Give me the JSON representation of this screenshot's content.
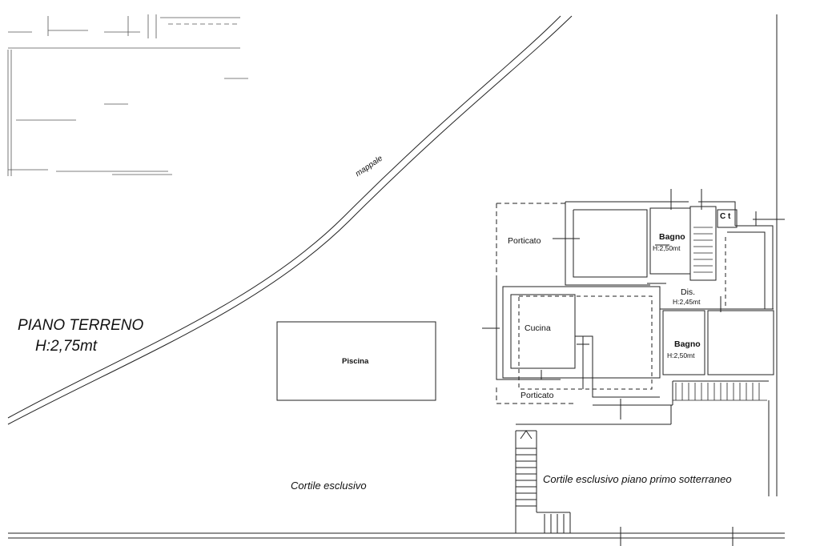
{
  "title": {
    "line1": "PIANO TERRENO",
    "line2": "H:2,75mt"
  },
  "labels": {
    "mappale": "mappale",
    "piscina": "Piscina",
    "porticato_top": "Porticato",
    "porticato_bottom": "Porticato",
    "cucina": "Cucina",
    "bagno1_name": "Bagno",
    "bagno1_height": "H:2,50mt",
    "dis_name": "Dis.",
    "dis_height": "H:2,45mt",
    "bagno2_name": "Bagno",
    "bagno2_height": "H:2,50mt",
    "ct": "C t",
    "cortile": "Cortile esclusivo",
    "cortile_sotterraneo": "Cortile esclusivo piano primo sotterraneo"
  },
  "colors": {
    "line": "#222222",
    "background": "#ffffff"
  }
}
